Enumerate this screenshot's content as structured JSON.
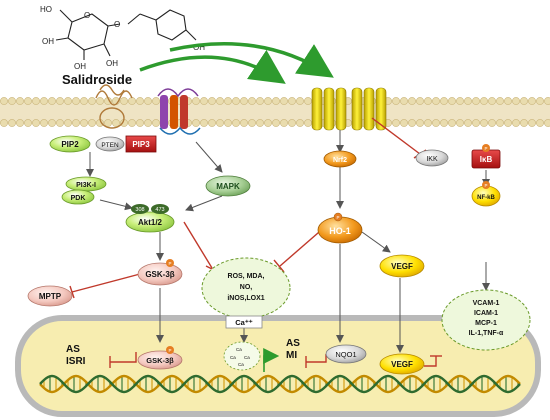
{
  "molecule": {
    "name": "Salidroside",
    "oh_labels": [
      "HO",
      "OH",
      "OH",
      "OH",
      "OH"
    ]
  },
  "nodes": {
    "pip2": "PIP2",
    "pten": "PTEN",
    "pip3": "PIP3",
    "pi3k": "PI3K-I",
    "pdk": "PDK",
    "p308": "308",
    "p473": "473",
    "akt": "Akt1/2",
    "mapk": "MAPK",
    "nrf2": "Nrf2",
    "ikk": "IKK",
    "ikb": "IκB",
    "nfkb": "NF-kB",
    "ho1": "HO-1",
    "vegf": "VEGF",
    "gsk": "GSK-3β",
    "mptp": "MPTP",
    "ros_lines": [
      "ROS, MDA,",
      "NO,",
      "iNOS,LOX1"
    ],
    "ca": "Ca⁺⁺",
    "ca_small": [
      "Ca",
      "Ca",
      "Ca",
      "Ca"
    ],
    "cyto_lines": [
      "VCAM-1",
      "ICAM-1",
      "MCP-1",
      "IL-1,TNF-α"
    ],
    "as_isri": [
      "AS",
      "ISRI"
    ],
    "gsk_nucleus": "GSK-3β",
    "as_mi": [
      "AS",
      "MI"
    ],
    "nqo1": "NQO1",
    "vegf_nucleus": "VEGF",
    "p": "P"
  },
  "colors": {
    "membrane": "#d9c9a0",
    "head": "#e9dcae",
    "green_arrow": "#2e9b2e",
    "inhibit": "#c0392b",
    "nucleus": "#f7edb0",
    "receptor": "#e8d800",
    "dna_a": "#d4a017",
    "dna_b": "#3b7a3b"
  }
}
